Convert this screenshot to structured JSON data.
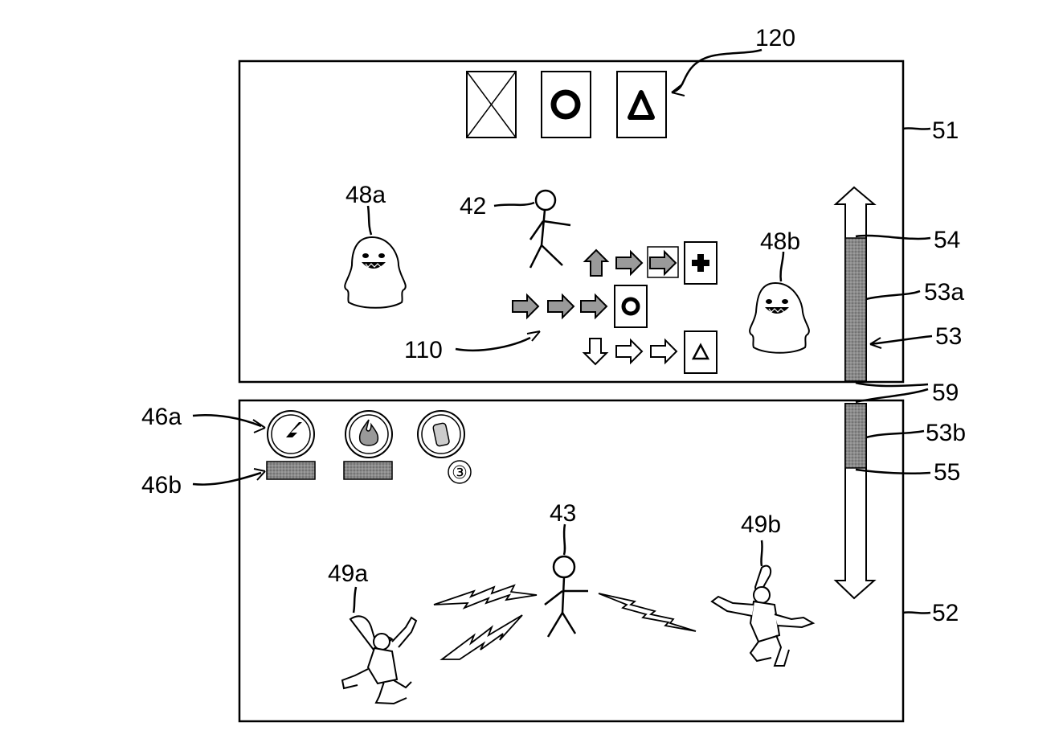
{
  "labels": {
    "card_row": "120",
    "upper_screen": "51",
    "lower_screen": "52",
    "enemy_upper_left": "48a",
    "enemy_upper_right": "48b",
    "player_upper": "42",
    "player_lower": "43",
    "arrow_group": "110",
    "gauge_top": "54",
    "gauge_fill_upper": "53a",
    "gauge": "53",
    "gauge_boundary": "59",
    "gauge_fill_lower": "53b",
    "gauge_bottom": "55",
    "skill_icon": "46a",
    "skill_bar": "46b",
    "elf_left": "49a",
    "elf_right": "49b",
    "item_count": "③"
  },
  "icons": {
    "card_1": "x-card-icon",
    "card_2": "circle-card-icon",
    "card_3": "triangle-card-icon",
    "skill_1": "lightning-icon",
    "skill_2": "fire-icon",
    "skill_3": "potion-icon"
  },
  "colors": {
    "ink": "#000000",
    "fill_gray": "#888888",
    "arrow_gray": "#9a9a9a"
  }
}
